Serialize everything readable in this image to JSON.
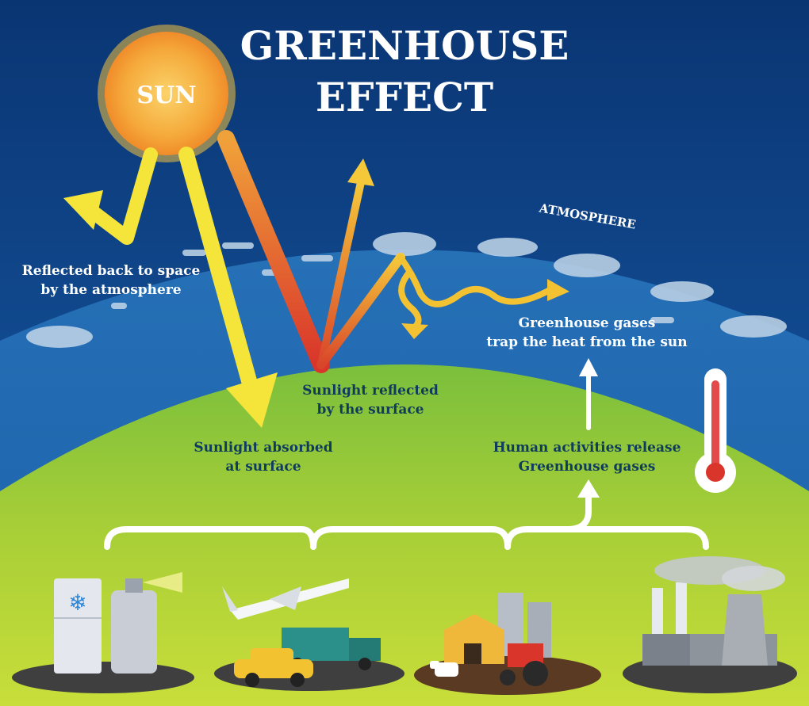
{
  "title": {
    "line1": "GREENHOUSE",
    "line2": "EFFECT"
  },
  "sun_label": "SUN",
  "atmosphere_label": "ATMOSPHERE",
  "labels": {
    "reflected_space": [
      "Reflected back to space",
      "by the atmosphere"
    ],
    "reflected_surface": [
      "Sunlight reflected",
      "by the surface"
    ],
    "absorbed": [
      "Sunlight absorbed",
      "at surface"
    ],
    "greenhouse_gases": [
      "Greenhouse gases",
      "trap the heat from the sun"
    ],
    "human_activities": [
      "Human activities release",
      "Greenhouse gases"
    ]
  },
  "icons": [
    "sun-icon",
    "cloud-icon",
    "thermometer-icon",
    "fridge-icon",
    "spray-can-icon",
    "airplane-icon",
    "truck-icon",
    "car-icon",
    "barn-icon",
    "silo-icon",
    "tractor-icon",
    "cow-icon",
    "factory-icon"
  ],
  "colors": {
    "sky_top": "#0b3a7a",
    "sky_bottom": "#1f6bb0",
    "ground": "#9cc83a",
    "label_dark": "#0f3b5c",
    "label_light": "#ffffff",
    "arrow_yellow": "#f5e53a",
    "arrow_red": "#d9352a"
  }
}
